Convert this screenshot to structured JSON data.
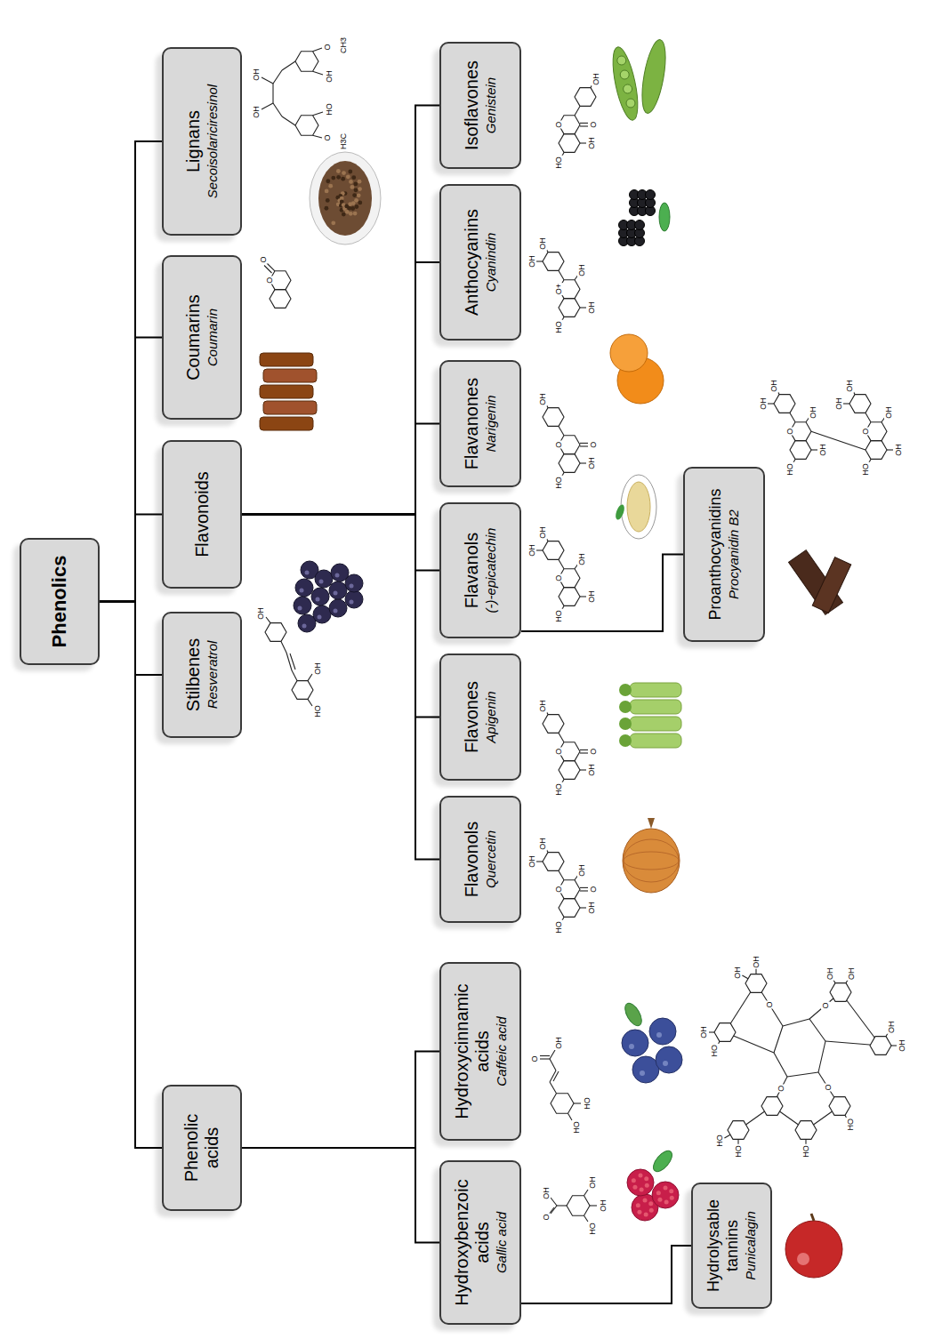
{
  "diagram": {
    "nodes": [
      {
        "text": [
          "Phenolics"
        ]
      },
      {
        "text": [
          "Phenolic acids"
        ]
      },
      {
        "text": [
          "Stilbenes",
          "Resveratrol"
        ]
      },
      {
        "text": [
          "Flavonoids"
        ]
      },
      {
        "text": [
          "Coumarins",
          "Coumarin"
        ]
      },
      {
        "text": [
          "Lignans",
          "Secoisolariciresinol"
        ]
      },
      {
        "text": [
          "Hydroxybenzoic acids",
          "Gallic acid"
        ]
      },
      {
        "text": [
          "Hydroxycinnamic acids",
          "Caffeic acid"
        ]
      },
      {
        "text": [
          "Flavonols",
          "Quercetin"
        ]
      },
      {
        "text": [
          "Flavones",
          "Apigenin"
        ]
      },
      {
        "text": [
          "Flavanols",
          "(-)-epicatechin"
        ]
      },
      {
        "text": [
          "Flavanones",
          "Narigenin"
        ]
      },
      {
        "text": [
          "Anthocyanins",
          "Cyanindin"
        ]
      },
      {
        "text": [
          "Isoflavones",
          "Genistein"
        ]
      },
      {
        "text": [
          "Hydrolysable tannins",
          "Punicalagin"
        ]
      },
      {
        "text": [
          "Proanthocyanidins",
          "Procyanidin B2"
        ]
      }
    ],
    "edges": [
      {
        "from": 0,
        "to": 1,
        "arrow": "none"
      },
      {
        "from": 0,
        "to": 2,
        "arrow": "none"
      },
      {
        "from": 0,
        "to": 3,
        "arrow": "none"
      },
      {
        "from": 0,
        "to": 4,
        "arrow": "none"
      },
      {
        "from": 0,
        "to": 5,
        "arrow": "none"
      },
      {
        "from": 1,
        "to": 6,
        "arrow": "none"
      },
      {
        "from": 1,
        "to": 7,
        "arrow": "none"
      },
      {
        "from": 3,
        "to": 8,
        "arrow": "none"
      },
      {
        "from": 3,
        "to": 9,
        "arrow": "none"
      },
      {
        "from": 3,
        "to": 10,
        "arrow": "none"
      },
      {
        "from": 3,
        "to": 11,
        "arrow": "none"
      },
      {
        "from": 3,
        "to": 12,
        "arrow": "none"
      },
      {
        "from": 3,
        "to": 13,
        "arrow": "none"
      },
      {
        "from": 6,
        "to": 14,
        "arrow": "none"
      },
      {
        "from": 10,
        "to": 15,
        "arrow": "none"
      }
    ],
    "labels": [
      "OH",
      "OH",
      "H3C",
      "O",
      "HO",
      "OH",
      "O",
      "CH3",
      "O",
      "O",
      "OH",
      "HO",
      "OH",
      "O",
      "OH",
      "OH",
      "OH",
      "HO",
      "O",
      "OH",
      "HO",
      "HO",
      "OH",
      "OH",
      "O",
      "OH",
      "O",
      "OH",
      "HO",
      "OH",
      "O",
      "O",
      "OH",
      "HO",
      "OH",
      "OH",
      "O",
      "OH",
      "OH",
      "HO",
      "OH",
      "O",
      "O",
      "OH",
      "HO",
      "OH",
      "OH",
      "O+",
      "OH",
      "OH",
      "HO",
      "OH",
      "O",
      "O",
      "OH",
      "HO",
      "OH",
      "OH",
      "O",
      "OH",
      "OH",
      "HO",
      "OH",
      "OH",
      "O",
      "OH",
      "OH",
      "HO",
      "HO",
      "HO",
      "HO",
      "HO",
      "OH",
      "OH",
      "OH",
      "OH",
      "OH",
      "OH",
      "OH",
      "HO",
      "O",
      "O",
      "O",
      "O"
    ]
  }
}
